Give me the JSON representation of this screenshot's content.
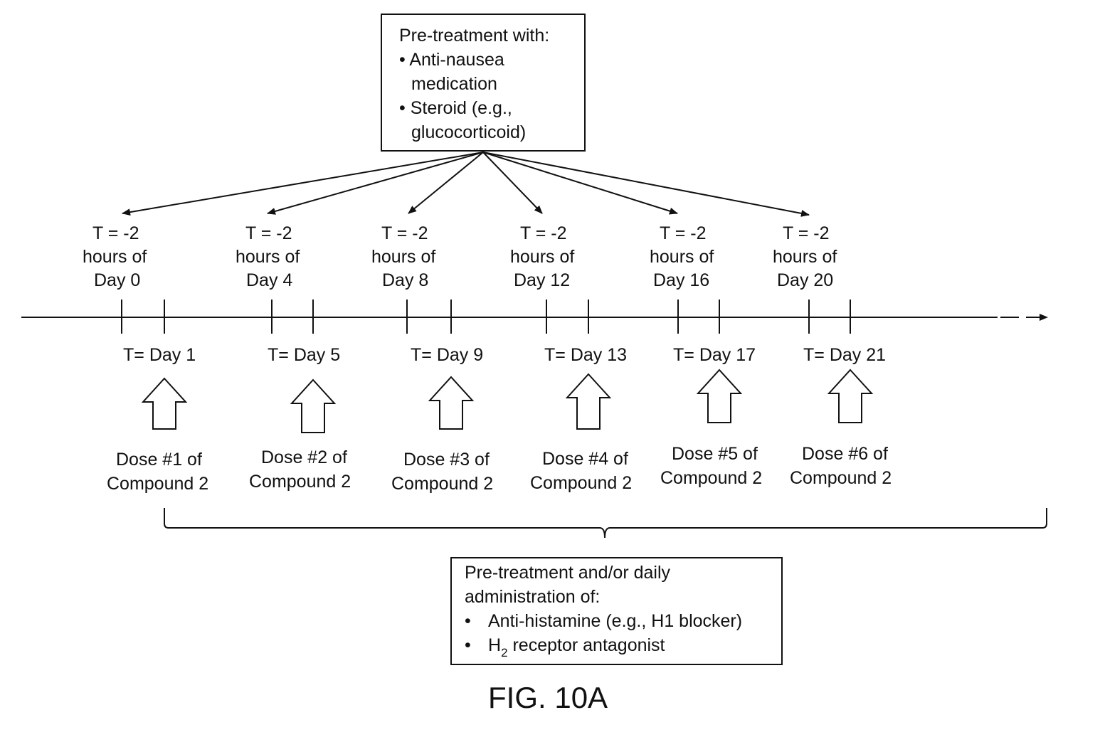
{
  "top_box": {
    "heading": "Pre-treatment with:",
    "bullets": [
      {
        "lines": [
          "Anti-nausea",
          "medication"
        ]
      },
      {
        "lines": [
          "Steroid (e.g.,",
          "glucocorticoid)"
        ]
      }
    ]
  },
  "pretreatment_points": [
    {
      "line1": "T = -2",
      "line2": "hours of",
      "line3": "Day 0"
    },
    {
      "line1": "T = -2",
      "line2": "hours of",
      "line3": "Day 4"
    },
    {
      "line1": "T = -2",
      "line2": "hours of",
      "line3": "Day 8"
    },
    {
      "line1": "T = -2",
      "line2": "hours of",
      "line3": "Day 12"
    },
    {
      "line1": "T = -2",
      "line2": "hours of",
      "line3": "Day 16"
    },
    {
      "line1": "T = -2",
      "line2": "hours of",
      "line3": "Day 20"
    }
  ],
  "dose_points": [
    {
      "day_label": "T= Day 1",
      "dose_line1": "Dose #1 of",
      "dose_line2": "Compound 2"
    },
    {
      "day_label": "T= Day 5",
      "dose_line1": "Dose #2 of",
      "dose_line2": "Compound 2"
    },
    {
      "day_label": "T= Day 9",
      "dose_line1": "Dose #3 of",
      "dose_line2": "Compound 2"
    },
    {
      "day_label": "T= Day 13",
      "dose_line1": "Dose #4 of",
      "dose_line2": "Compound 2"
    },
    {
      "day_label": "T= Day 17",
      "dose_line1": "Dose #5 of",
      "dose_line2": "Compound 2"
    },
    {
      "day_label": "T= Day 21",
      "dose_line1": "Dose #6 of",
      "dose_line2": "Compound 2"
    }
  ],
  "bottom_box": {
    "heading_line1": "Pre-treatment and/or daily",
    "heading_line2": "administration of:",
    "bullet_char": "•",
    "bullet1": "Anti-histamine (e.g., H1 blocker)",
    "bullet2_prefix": "H",
    "bullet2_subscript": "2",
    "bullet2_rest": " receptor antagonist"
  },
  "figure_label": "FIG. 10A",
  "line_color": "#111111"
}
